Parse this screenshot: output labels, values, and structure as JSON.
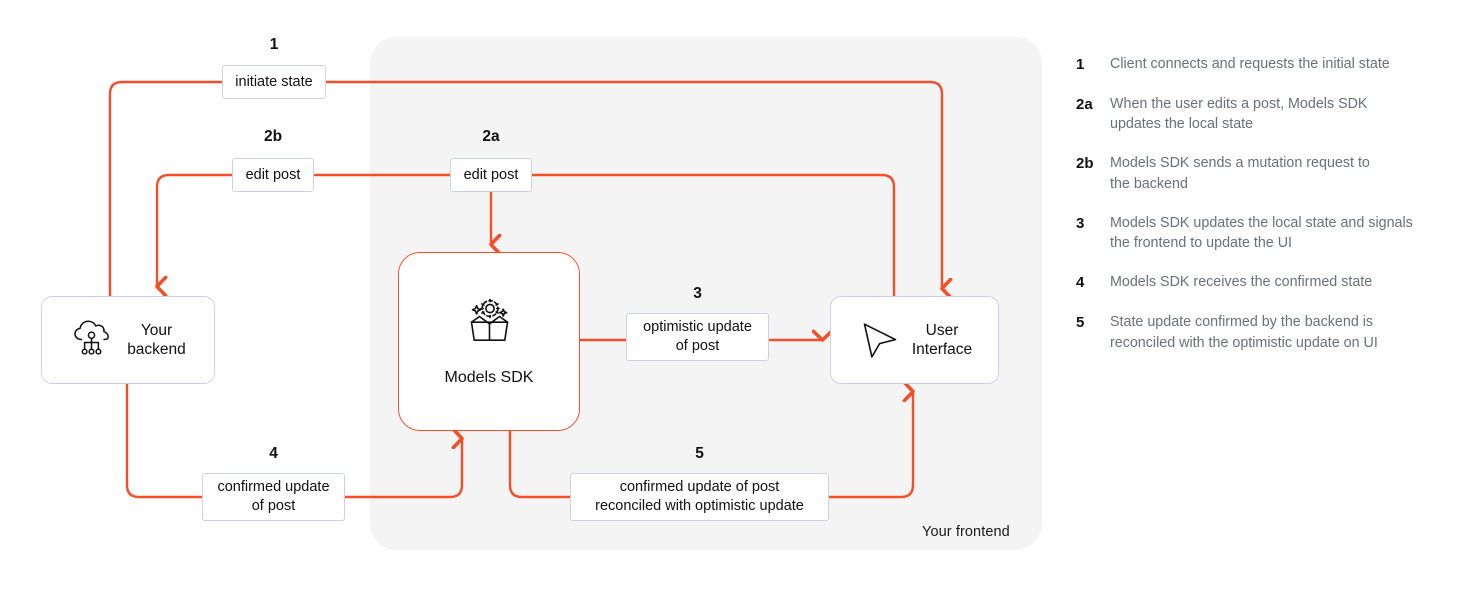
{
  "panel": {
    "label": "Your frontend"
  },
  "nodes": [
    {
      "id": "backend",
      "label": "Your\nbackend",
      "icon": "cloud-network-icon"
    },
    {
      "id": "sdk",
      "label": "Models SDK",
      "icon": "open-box-gear-sparkle-icon"
    },
    {
      "id": "ui",
      "label": "User\nInterface",
      "icon": "cursor-pointer-icon"
    }
  ],
  "edges": [
    {
      "id": "1",
      "step": "1",
      "label": "initiate state"
    },
    {
      "id": "2b",
      "step": "2b",
      "label": "edit post"
    },
    {
      "id": "2a",
      "step": "2a",
      "label": "edit post"
    },
    {
      "id": "3",
      "step": "3",
      "label": "optimistic update\nof post"
    },
    {
      "id": "4",
      "step": "4",
      "label": "confirmed update\nof post"
    },
    {
      "id": "5",
      "step": "5",
      "label": "confirmed update of post\nreconciled with optimistic update"
    }
  ],
  "legend": [
    {
      "num": "1",
      "text": "Client connects and requests the initial state"
    },
    {
      "num": "2a",
      "text": "When the user edits a post, Models SDK\nupdates the local state"
    },
    {
      "num": "2b",
      "text": "Models SDK sends a mutation request to\nthe backend"
    },
    {
      "num": "3",
      "text": "Models SDK updates the local state and signals\nthe frontend to update the UI"
    },
    {
      "num": "4",
      "text": "Models SDK receives the confirmed state"
    },
    {
      "num": "5",
      "text": "State update confirmed by the backend is\nreconciled with the optimistic update on UI"
    }
  ],
  "colors": {
    "arrow": "#f3502a",
    "panel": "#f4f4f4",
    "node_border": "#ccd2e0",
    "accent_border": "#f3502a",
    "text": "#101010",
    "muted_text": "#6a7079"
  }
}
